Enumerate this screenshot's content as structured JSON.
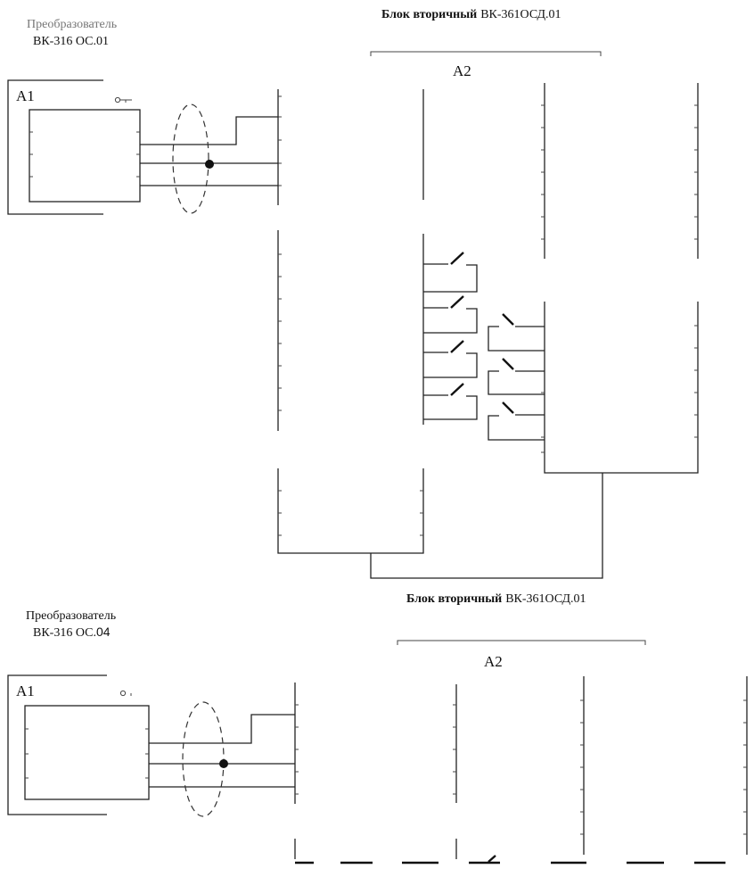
{
  "diagram_top": {
    "converter_title": "Преобразователь",
    "converter_model": "ВК-316 ОС.01",
    "secondary_title_bold": "Блок вторичный",
    "secondary_title_model": "ВК-361ОСД.01",
    "a1_label": "А1",
    "a2_label": "А2"
  },
  "diagram_bottom": {
    "converter_title": "Преобразователь",
    "converter_model_prefix": "ВК-316 ОС.",
    "converter_model_suffix": "04",
    "secondary_title_bold": "Блок вторичный",
    "secondary_title_model": "ВК-361ОСД.01",
    "a1_label": "А1",
    "a2_label": "А2"
  }
}
